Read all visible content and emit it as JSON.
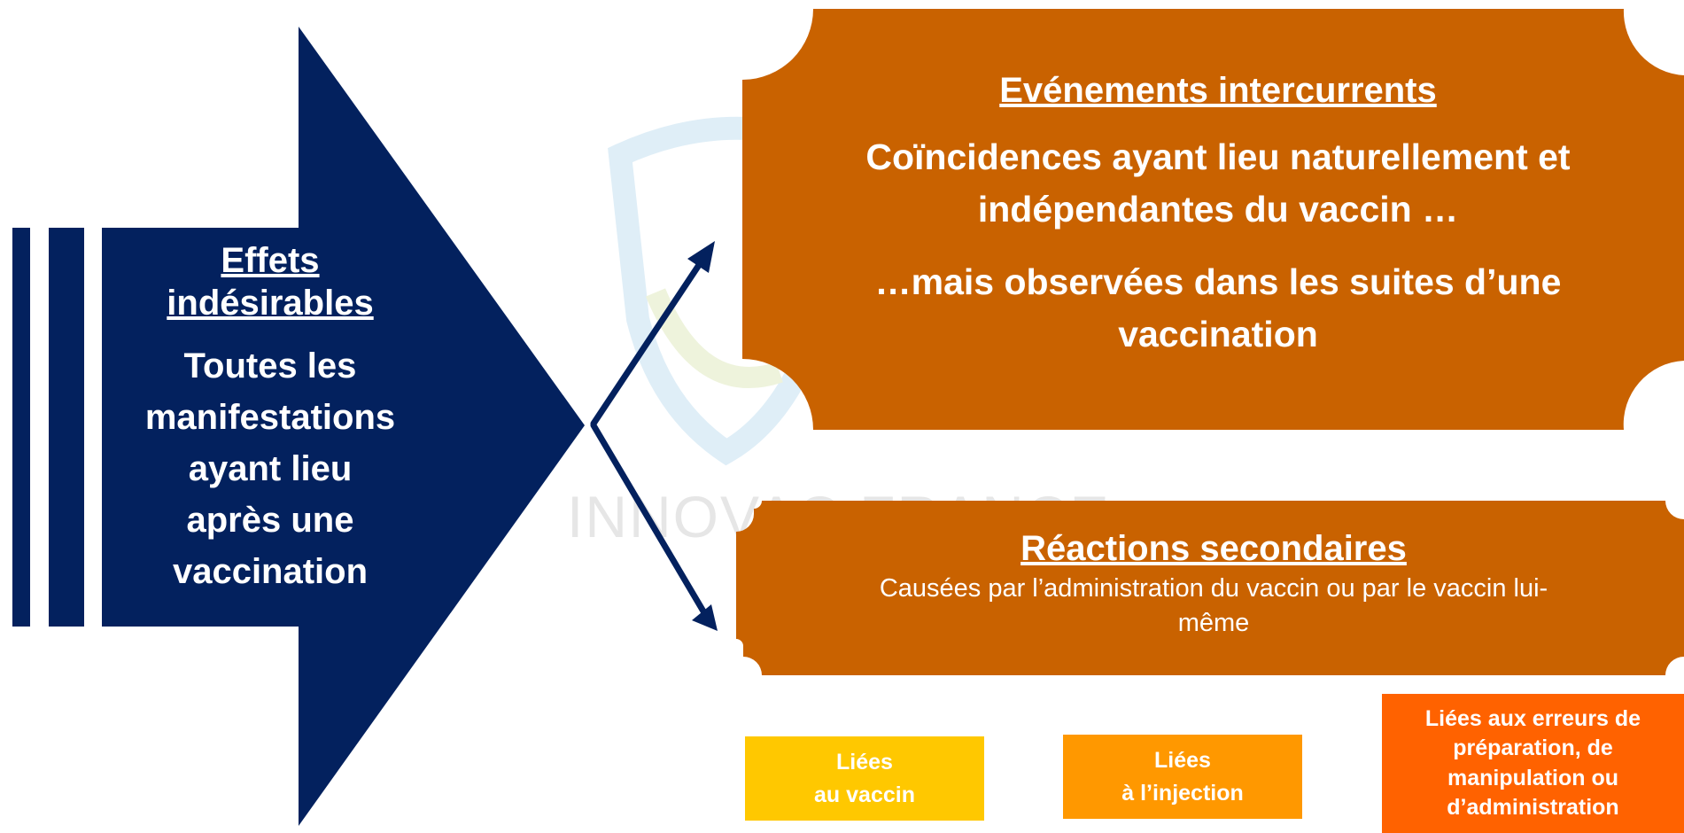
{
  "left": {
    "heading_line1": "Effets",
    "heading_line2": "indésirables",
    "body_lines": [
      "Toutes les",
      "manifestations",
      "ayant lieu",
      "après une",
      "vaccination"
    ]
  },
  "top_box": {
    "heading": "Evénements intercurrents",
    "line1_a": "Coïncidences ayant lieu naturellement et",
    "line1_b": "indépendantes du vaccin …",
    "line2_a": "…mais observées dans les suites d’une",
    "line2_b": "vaccination"
  },
  "middle_box": {
    "heading": "Réactions secondaires",
    "body_a": "Causées par l’administration du vaccin ou par le vaccin lui-",
    "body_b": "même"
  },
  "bottom_boxes": {
    "vaccin": [
      "Liées",
      "au vaccin"
    ],
    "injection": [
      "Liées",
      "à l’injection"
    ],
    "erreurs": [
      "Liées aux erreurs de",
      "préparation, de",
      "manipulation ou",
      "d’administration"
    ]
  },
  "watermark": "INNOVAC FRANCE",
  "colors": {
    "navy": "#03215E",
    "burnt_orange": "#C96200",
    "yellow": "#FFC800",
    "orange": "#FF9800",
    "bright_orange": "#FF6200"
  }
}
